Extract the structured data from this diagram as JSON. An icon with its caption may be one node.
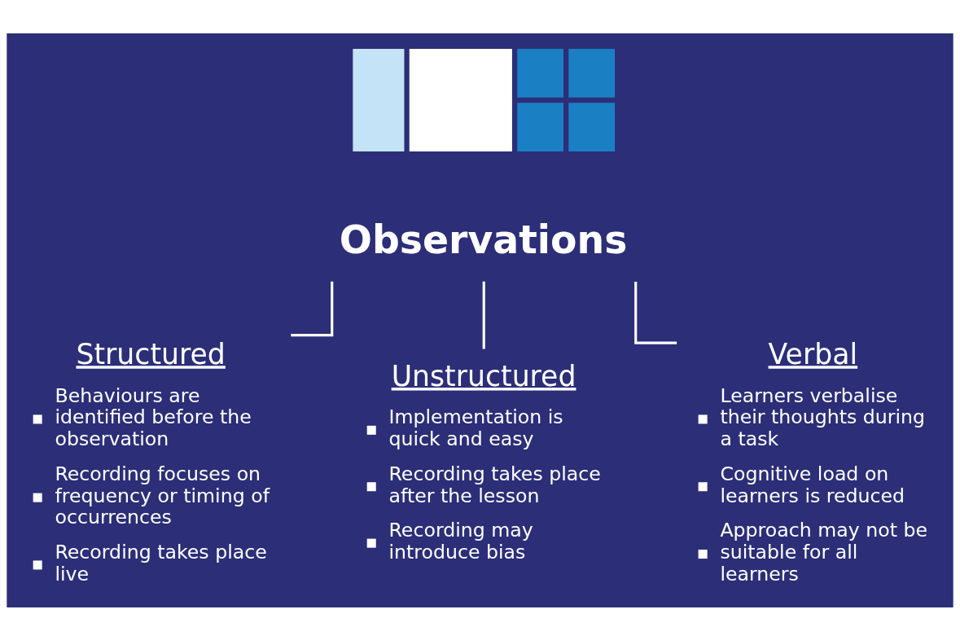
{
  "diagram": {
    "nodes": [
      {
        "text": [],
        "shape": "picture"
      },
      {
        "text": [
          "Observations"
        ]
      },
      {
        "text": [
          "Structured",
          "Behaviours are identified before the observation",
          "Recording focuses on frequency or timing of occurrences",
          "Recording takes place live"
        ]
      },
      {
        "text": [
          "Unstructured",
          "Implementation is quick and easy",
          "Recording takes place after the lesson",
          "Recording may introduce bias"
        ]
      },
      {
        "text": [
          "Verbal",
          "Learners verbalise their thoughts during a task",
          "Cognitive load on learners is reduced",
          "Approach may not be suitable for all learners"
        ]
      }
    ],
    "edges": [
      {
        "from": 1,
        "to": 2,
        "arrow": "none"
      },
      {
        "from": 1,
        "to": 3,
        "arrow": "none"
      },
      {
        "from": 1,
        "to": 4,
        "arrow": "none"
      }
    ]
  }
}
